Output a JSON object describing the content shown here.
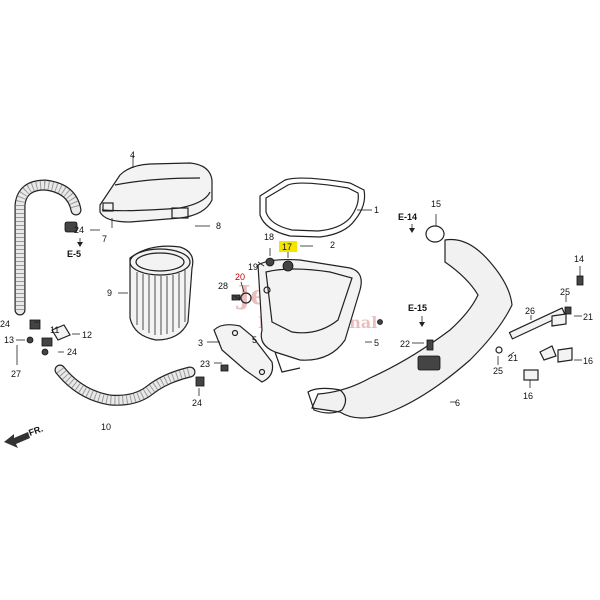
{
  "watermark": {
    "line1": "Jet Ski's",
    "line2": "International"
  },
  "highlight_color": "#f5e400",
  "accent_red": "#c40000",
  "direction_label": "FR.",
  "refs": {
    "e5": "E-5",
    "e14": "E-14",
    "e15": "E-15"
  },
  "labels": {
    "p1": "1",
    "p2": "2",
    "p3": "3",
    "p4": "4",
    "p5a": "5",
    "p5b": "5",
    "p6": "6",
    "p7": "7",
    "p8": "8",
    "p9": "9",
    "p10": "10",
    "p11": "11",
    "p12": "12",
    "p13": "13",
    "p14": "14",
    "p15": "15",
    "p16a": "16",
    "p16b": "16",
    "p17": "17",
    "p18": "18",
    "p19": "19",
    "p20": "20",
    "p21a": "21",
    "p21b": "21",
    "p22": "22",
    "p23": "23",
    "p24a": "24",
    "p24b": "24",
    "p24c": "24",
    "p24d": "24",
    "p25a": "25",
    "p25b": "25",
    "p26": "26",
    "p27": "27",
    "p28": "28"
  }
}
